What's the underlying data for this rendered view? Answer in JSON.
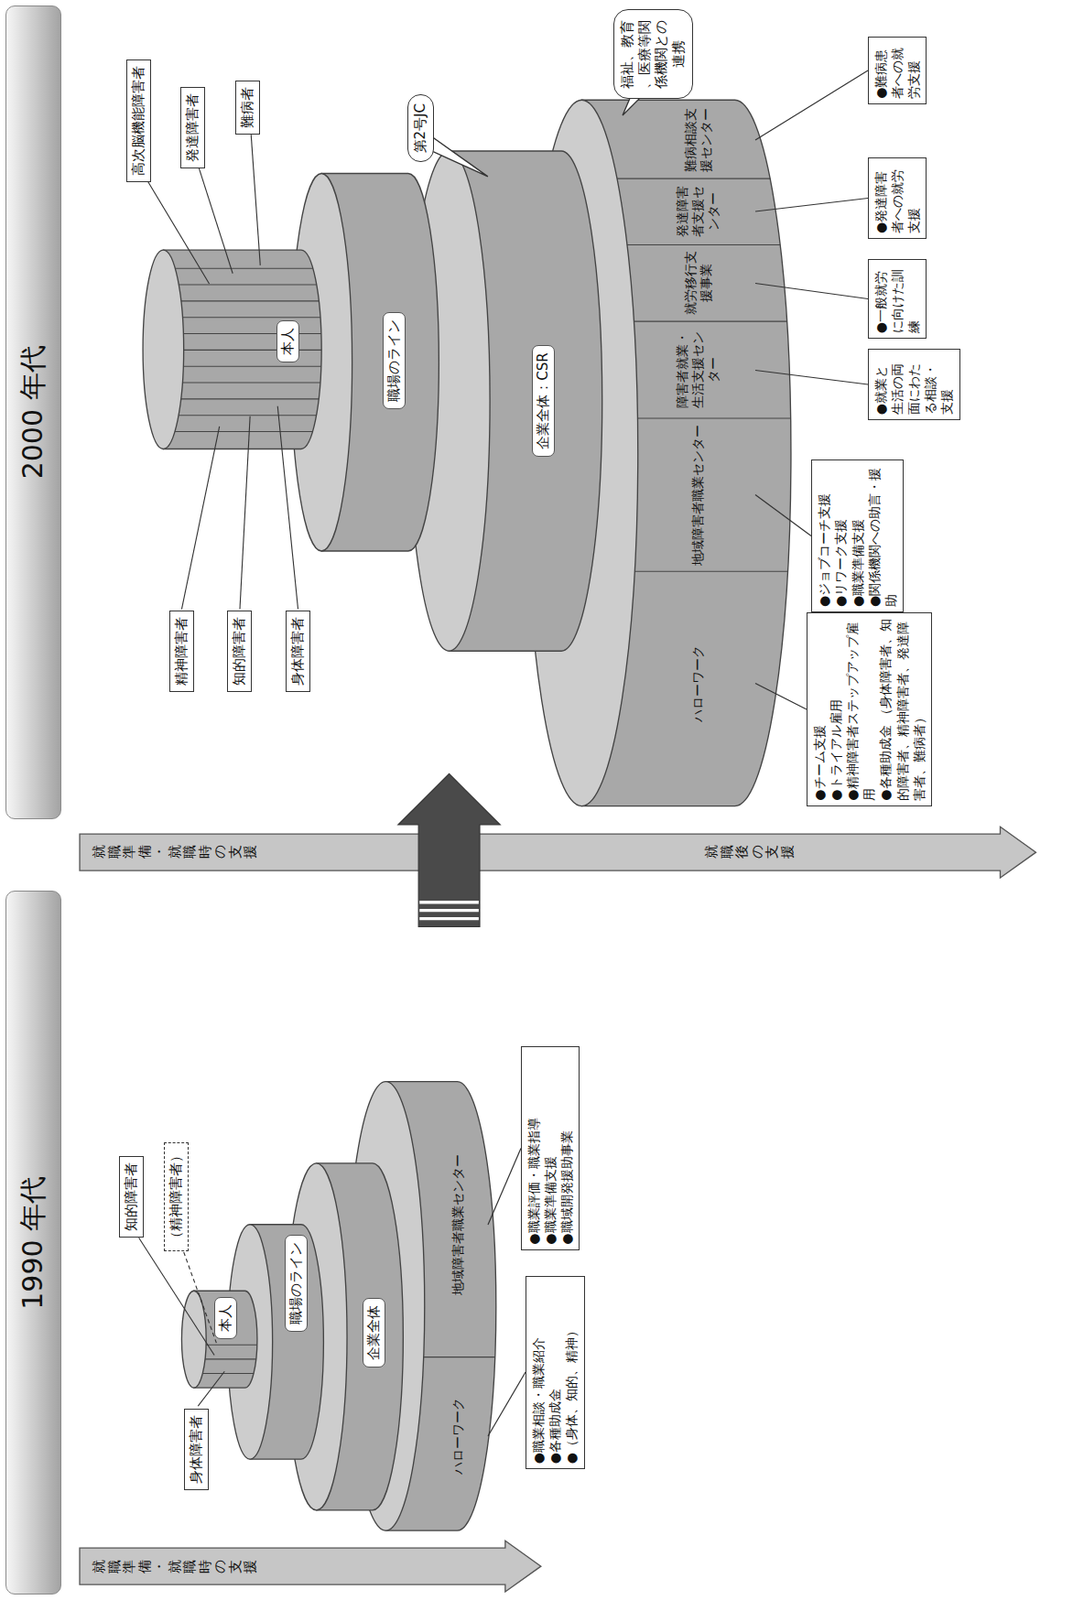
{
  "diagram": {
    "nodes": [
      {
        "text": [
          "1990 年代"
        ]
      },
      {
        "text": [
          "就職準備・就職時の支援"
        ]
      },
      {
        "text": [
          "身体障害者"
        ]
      },
      {
        "text": [
          "知的障害者"
        ]
      },
      {
        "text": [
          "（精神障害者）"
        ]
      },
      {
        "text": [
          "本人"
        ]
      },
      {
        "text": [
          "職場のライン"
        ]
      },
      {
        "text": [
          "企業全体"
        ]
      },
      {
        "text": [
          "ハローワーク"
        ]
      },
      {
        "text": [
          "地域障害者職業センター"
        ]
      },
      {
        "text": [
          "●職業相談・職業紹介",
          "●各種助成金",
          "●（身体、知的、精神）"
        ]
      },
      {
        "text": [
          "●職業評価・職業指導",
          "●職業準備支援",
          "●職域開発援助事業"
        ]
      },
      {
        "text": [
          "2000 年代"
        ]
      },
      {
        "text": [
          "就職準備・就職時の支援",
          "就職後の支援"
        ]
      },
      {
        "text": [
          "精神障害者"
        ]
      },
      {
        "text": [
          "知的障害者"
        ]
      },
      {
        "text": [
          "身体障害者"
        ]
      },
      {
        "text": [
          "高次脳機能障害者"
        ]
      },
      {
        "text": [
          "発達障害者"
        ]
      },
      {
        "text": [
          "難病者"
        ]
      },
      {
        "text": [
          "本人"
        ]
      },
      {
        "text": [
          "職場のライン"
        ]
      },
      {
        "text": [
          "第2号JC"
        ]
      },
      {
        "text": [
          "企業全体：CSR"
        ]
      },
      {
        "text": [
          "福祉、教育、医療等関係機関との連携"
        ]
      },
      {
        "text": [
          "ハローワーク"
        ]
      },
      {
        "text": [
          "地域障害者職業センター"
        ]
      },
      {
        "text": [
          "障害者就業・生活支援センター"
        ]
      },
      {
        "text": [
          "就労移行支援事業"
        ]
      },
      {
        "text": [
          "発達障害者支援センター"
        ]
      },
      {
        "text": [
          "難病相談支援センター"
        ]
      },
      {
        "text": [
          "●チーム支援",
          "●トライアル雇用",
          "●精神障害者ステップアップ雇用",
          "●各種助成金 （身体障害者、知的障害者、精神障害者、発達障害者、難病者）"
        ]
      },
      {
        "text": [
          "●ジョブコーチ支援",
          "●リワーク支援",
          "●職業準備支援",
          "●関係機関への助言・援助"
        ]
      },
      {
        "text": [
          "●就業と生活の両面にわたる相談・支援"
        ]
      },
      {
        "text": [
          "●一般就労に向けた訓練"
        ]
      },
      {
        "text": [
          "●発達障害者への就労支援"
        ]
      },
      {
        "text": [
          "●難病患者への就労支援"
        ]
      }
    ],
    "edges": [
      {
        "from": 8,
        "to": 10,
        "arrow": "none"
      },
      {
        "from": 9,
        "to": 11,
        "arrow": "none"
      },
      {
        "from": 25,
        "to": 31,
        "arrow": "none"
      },
      {
        "from": 26,
        "to": 32,
        "arrow": "none"
      },
      {
        "from": 27,
        "to": 33,
        "arrow": "none"
      },
      {
        "from": 28,
        "to": 34,
        "arrow": "none"
      },
      {
        "from": 29,
        "to": 35,
        "arrow": "none"
      },
      {
        "from": 30,
        "to": 36,
        "arrow": "none"
      }
    ]
  }
}
